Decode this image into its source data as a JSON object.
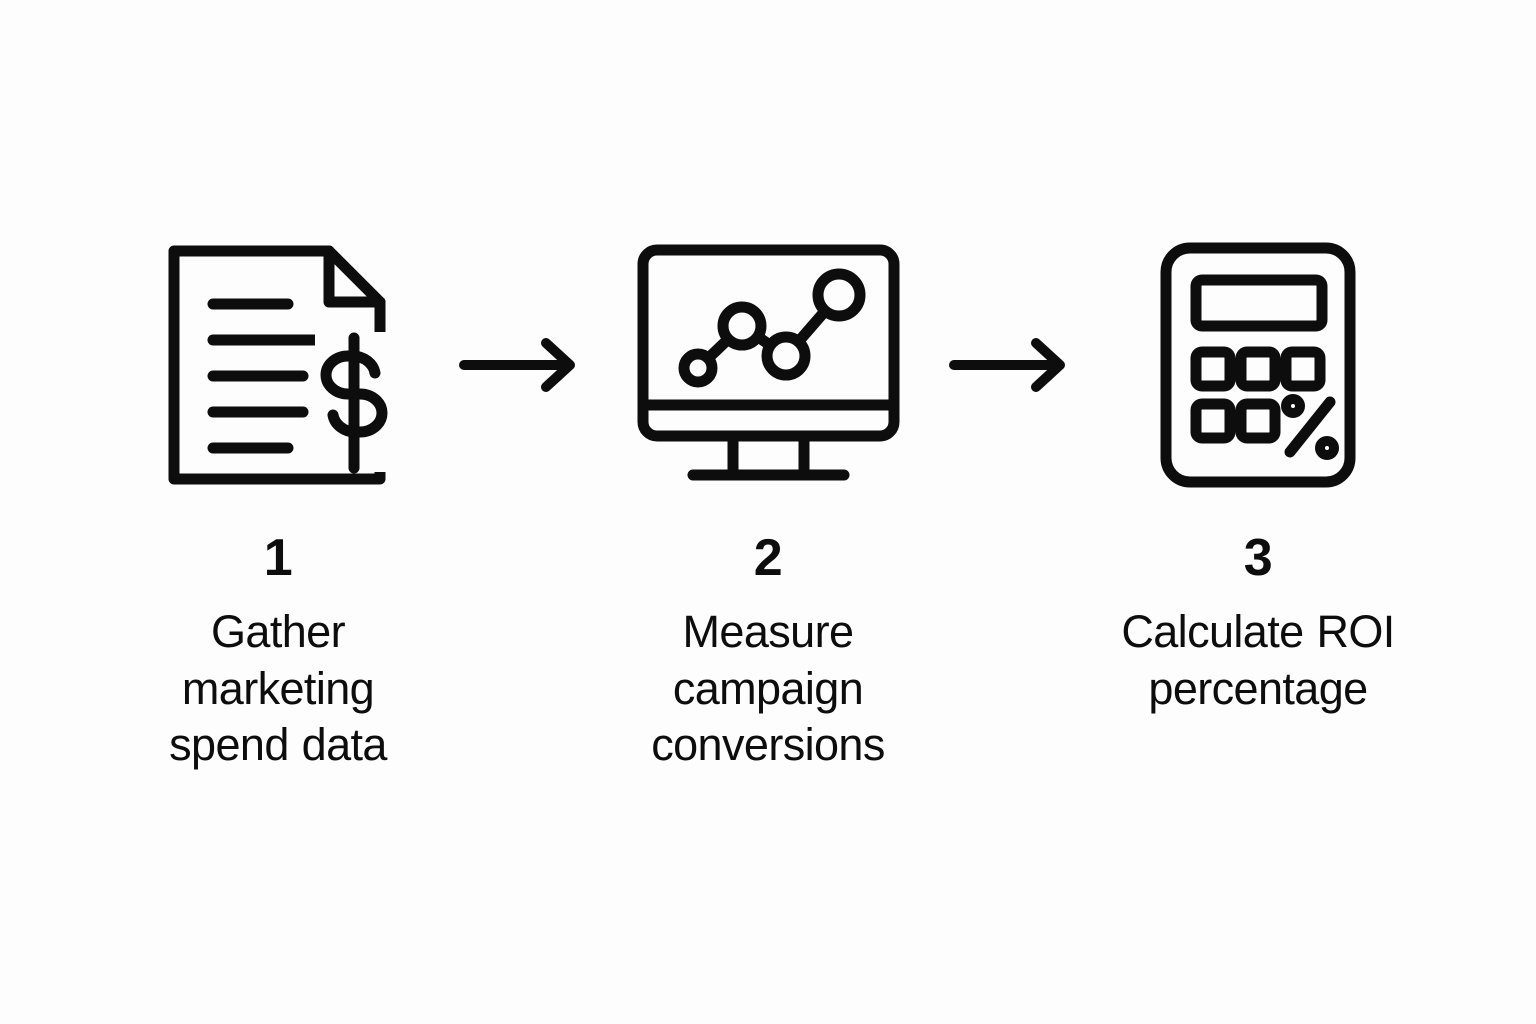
{
  "background_color": "#fdfdfd",
  "stroke_color": "#0d0d0d",
  "diagram": {
    "type": "process-flow",
    "orientation": "horizontal",
    "step_count": 3,
    "connector": "arrow-right"
  },
  "steps": [
    {
      "number": "1",
      "label": "Gather marketing spend data",
      "icon": "document-dollar-icon"
    },
    {
      "number": "2",
      "label": "Measure campaign conversions",
      "icon": "monitor-line-chart-icon"
    },
    {
      "number": "3",
      "label": "Calculate ROI percentage",
      "icon": "calculator-percent-icon"
    }
  ],
  "connectors": [
    {
      "icon": "arrow-right-icon"
    },
    {
      "icon": "arrow-right-icon"
    }
  ]
}
